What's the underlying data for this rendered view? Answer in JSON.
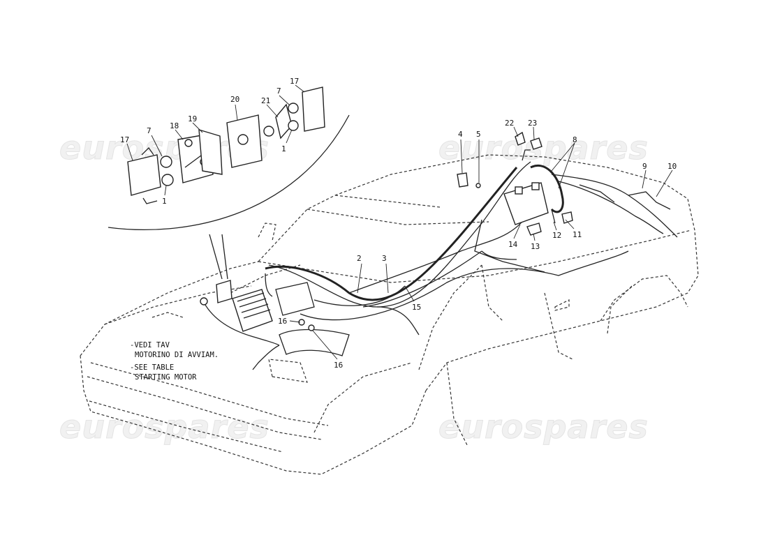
{
  "watermark": {
    "text": "eurospares"
  },
  "callouts": {
    "c1a": "1",
    "c1b": "1",
    "c2": "2",
    "c3": "3",
    "c4": "4",
    "c5": "5",
    "c7a": "7",
    "c7b": "7",
    "c8": "8",
    "c9": "9",
    "c10": "10",
    "c11": "11",
    "c12": "12",
    "c13": "13",
    "c14": "14",
    "c15": "15",
    "c16a": "16",
    "c16b": "16",
    "c17a": "17",
    "c17b": "17",
    "c18": "18",
    "c19": "19",
    "c20": "20",
    "c21": "21",
    "c22": "22",
    "c23": "23"
  },
  "notes": {
    "line1": "-VEDI TAV",
    "line2": "MOTORINO DI AVVIAM.",
    "line3": "-SEE TABLE",
    "line4": "STARTING MOTOR"
  }
}
